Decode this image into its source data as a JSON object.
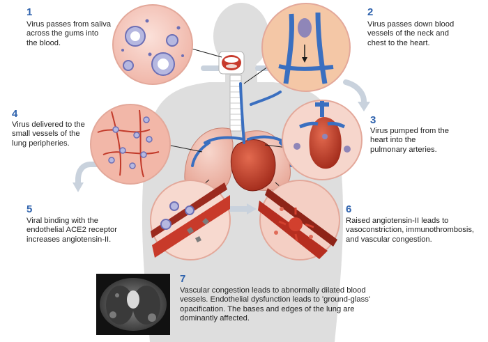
{
  "steps": [
    {
      "n": "1",
      "lines": [
        "Virus passes from saliva",
        "across the gums into",
        "the blood."
      ]
    },
    {
      "n": "2",
      "lines": [
        "Virus passes down blood",
        "vessels of the neck and",
        "chest to the heart."
      ]
    },
    {
      "n": "3",
      "lines": [
        "Virus pumped from the",
        "heart into the",
        "pulmonary arteries."
      ]
    },
    {
      "n": "4",
      "lines": [
        "Virus delivered to the",
        "small vessels of the",
        "lung peripheries."
      ]
    },
    {
      "n": "5",
      "lines": [
        "Viral binding with the",
        "endothelial ACE2 receptor",
        "increases angiotensin-II."
      ]
    },
    {
      "n": "6",
      "lines": [
        "Raised angiotensin-II leads to",
        "vasoconstriction, immunothrombosis,",
        "and vascular congestion."
      ]
    },
    {
      "n": "7",
      "lines": [
        "Vascular congestion leads to abnormally dilated blood",
        "vessels. Endothelial dysfunction leads to 'ground-glass'",
        "opacification. The bases and edges of the lung are",
        "dominantly affected."
      ]
    }
  ],
  "colors": {
    "accent": "#2e62ad",
    "vessel": "#3a6fc0",
    "tissue": "#f2c2b8",
    "blood": "#c83a2a",
    "silhouette": "#dcdcdc"
  }
}
